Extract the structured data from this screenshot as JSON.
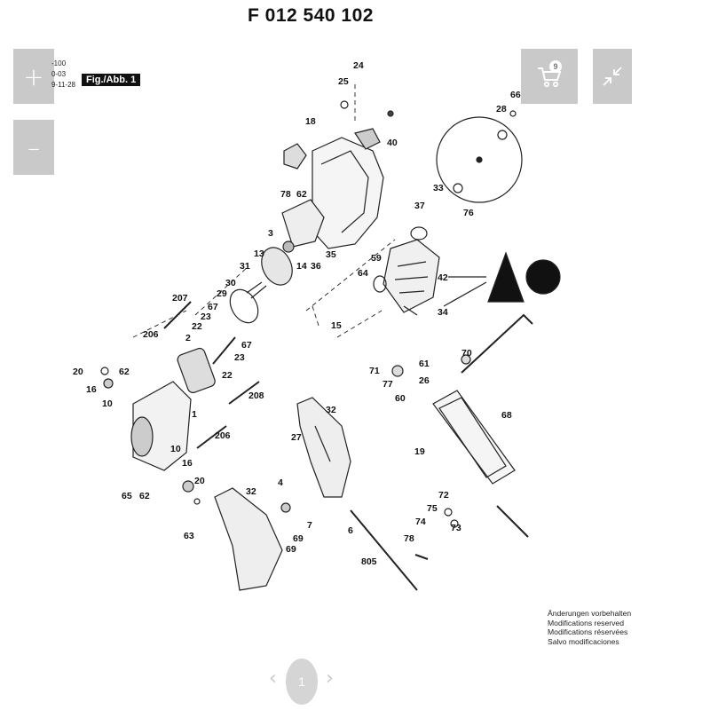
{
  "title": "F 012 540 102",
  "controls": {
    "zoom_in": "+",
    "zoom_out": "–",
    "cart_count": "9",
    "cart_icon": "cart-icon",
    "collapse_icon": "collapse-icon"
  },
  "diagram": {
    "meta_lines": [
      "-100",
      "0-03",
      "9-11-28"
    ],
    "fig_label": "Fig./Abb. 1",
    "part_labels": [
      "24",
      "25",
      "18",
      "40",
      "66",
      "28",
      "78",
      "62",
      "33",
      "76",
      "3",
      "13",
      "14",
      "36",
      "35",
      "37",
      "59",
      "42",
      "64",
      "34",
      "31",
      "207",
      "29",
      "30",
      "67",
      "23",
      "22",
      "2",
      "206",
      "15",
      "71",
      "61",
      "70",
      "77",
      "26",
      "60",
      "20",
      "62",
      "16",
      "10",
      "22",
      "23",
      "67",
      "208",
      "32",
      "68",
      "1",
      "206",
      "27",
      "19",
      "10",
      "16",
      "65",
      "62",
      "20",
      "4",
      "72",
      "75",
      "74",
      "73",
      "32",
      "7",
      "78",
      "63",
      "69",
      "69",
      "6",
      "805"
    ]
  },
  "notice_lines": [
    "Änderungen vorbehalten",
    "Modifications reserved",
    "Modifications réservées",
    "Salvo modificaciones"
  ],
  "pager": {
    "current": "1",
    "prev": "‹",
    "next": "›"
  }
}
